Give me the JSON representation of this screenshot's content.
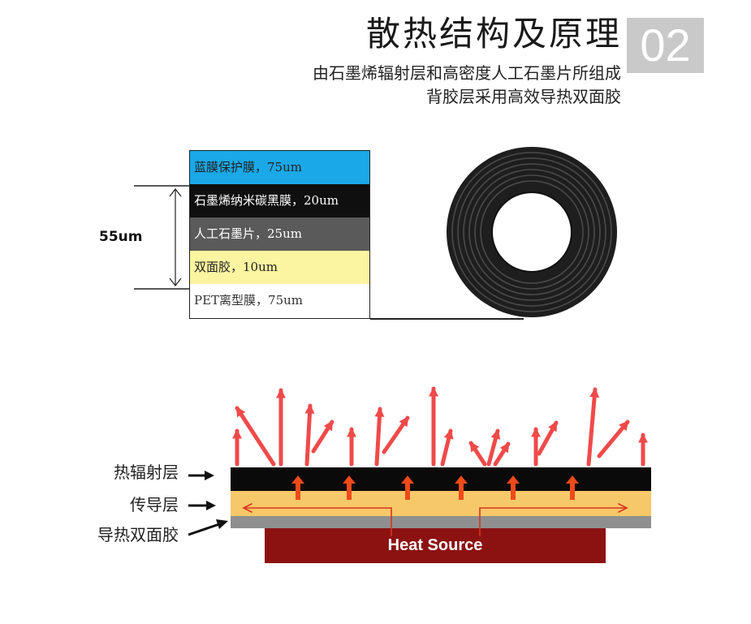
{
  "header": {
    "title": "散热结构及原理",
    "number": "02",
    "subtitle_line1": "由石墨烯辐射层和高密度人工石墨片所组成",
    "subtitle_line2": "背胶层采用高效导热双面胶"
  },
  "layer_stack": {
    "dimension_label": "55um",
    "layers": [
      {
        "label": "蓝膜保护膜，75um",
        "color": "#1aa8e8",
        "text_color": "#222222"
      },
      {
        "label": "石墨烯纳米碳黑膜，20um",
        "color": "#0f0f0f",
        "text_color": "#ffffff"
      },
      {
        "label": "人工石墨片，25um",
        "color": "#5a5a5a",
        "text_color": "#ffffff"
      },
      {
        "label": "双面胶，10um",
        "color": "#fbf4a0",
        "text_color": "#222222"
      },
      {
        "label": "PET离型膜，75um",
        "color": "#ffffff",
        "text_color": "#333333"
      }
    ]
  },
  "heat_diagram": {
    "heat_source_label": "Heat Source",
    "labels": {
      "radiation_layer": "热辐射层",
      "conduction_layer": "传导层",
      "adhesive_layer": "导热双面胶"
    },
    "colors": {
      "arrow": "#ef4a4a",
      "radiation": "#0a0a0a",
      "conduction": "#f6c86a",
      "adhesive": "#8f8f8f",
      "source": "#8c1212"
    }
  }
}
